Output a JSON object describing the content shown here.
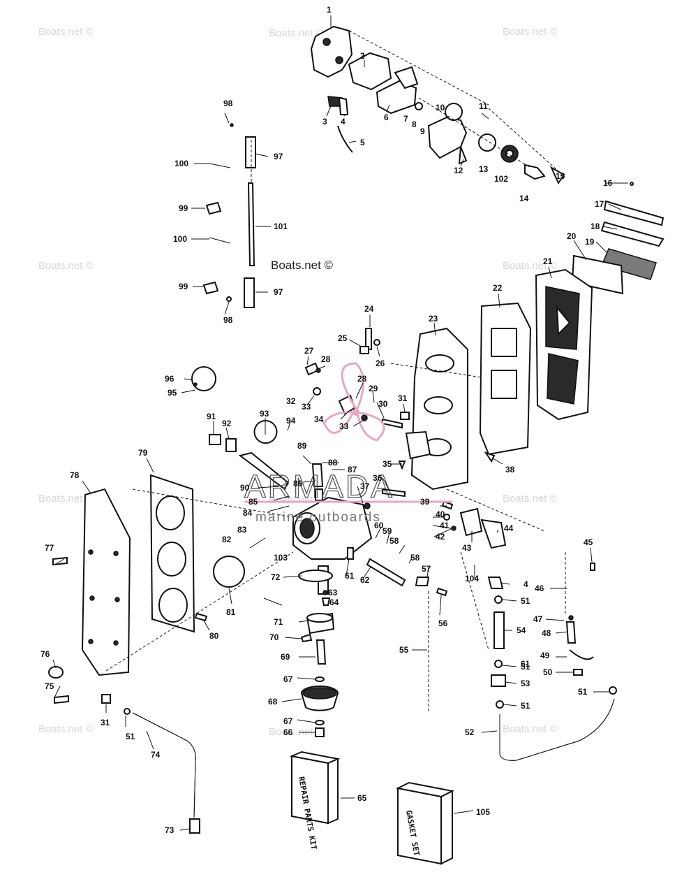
{
  "diagram": {
    "watermarks": [
      "Boats.net ©",
      "Boats.net ©",
      "Boats.net ©",
      "Boats.net ©",
      "Boats.net ©",
      "Boats.net ©",
      "Boats.net ©",
      "Boats.net ©",
      "Boats.net ©",
      "Boats.net ©",
      "Boats.net ©"
    ],
    "center_watermark": "Boats.net ©",
    "brand_name": "ARMADA",
    "brand_tagline": "marine outboards",
    "repair_kit_label": "REPAIR PARTS KIT",
    "gasket_set_label": "GASKET SET",
    "colors": {
      "ink": "#111111",
      "logo_pink": "#e8a6c6",
      "watermark": "#d7d7d7"
    },
    "callouts": [
      "1",
      "2",
      "3",
      "4",
      "5",
      "6",
      "7",
      "8",
      "9",
      "10",
      "11",
      "12",
      "13",
      "102",
      "14",
      "15",
      "16",
      "17",
      "18",
      "19",
      "20",
      "21",
      "22",
      "23",
      "24",
      "25",
      "26",
      "27",
      "28",
      "28",
      "29",
      "30",
      "31",
      "32",
      "33",
      "33",
      "34",
      "35",
      "36",
      "37",
      "38",
      "39",
      "40",
      "41",
      "42",
      "43",
      "44",
      "45",
      "46",
      "47",
      "48",
      "49",
      "50",
      "51",
      "51",
      "51",
      "51",
      "51",
      "52",
      "53",
      "54",
      "55",
      "56",
      "57",
      "58",
      "58",
      "59",
      "60",
      "61",
      "61",
      "62",
      "63",
      "64",
      "65",
      "66",
      "67",
      "67",
      "68",
      "69",
      "70",
      "71",
      "72",
      "73",
      "74",
      "75",
      "76",
      "77",
      "78",
      "79",
      "80",
      "81",
      "82",
      "83",
      "84",
      "85",
      "86",
      "87",
      "88",
      "89",
      "90",
      "91",
      "92",
      "93",
      "94",
      "95",
      "96",
      "97",
      "97",
      "98",
      "98",
      "99",
      "99",
      "100",
      "100",
      "101",
      "103",
      "104",
      "105",
      "4",
      "31"
    ]
  }
}
